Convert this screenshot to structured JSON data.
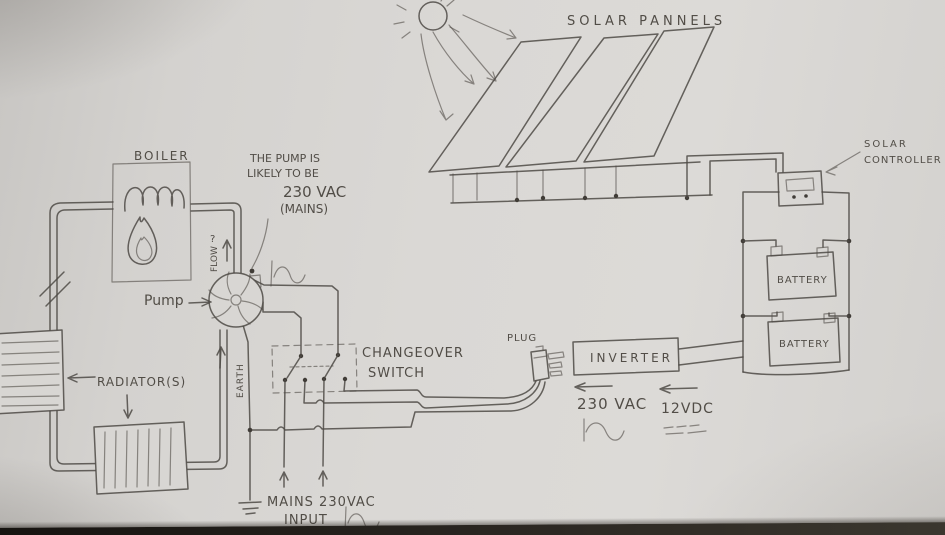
{
  "labels": {
    "solar_panels_title": "SOLAR PANNELS",
    "solar_controller_1": "SOLAR",
    "solar_controller_2": "CONTROLLER",
    "battery_1": "BATTERY",
    "battery_2": "BATTERY",
    "inverter": "INVERTER",
    "plug": "PLUG",
    "ac_output": "230 VAC",
    "dc_link": "12VDC",
    "changeover_1": "CHANGEOVER",
    "changeover_2": "SWITCH",
    "mains_1": "MAINS 230VAC",
    "mains_2": "INPUT",
    "earth": "EARTH",
    "pump": "Pump",
    "flow": "FLOW",
    "flow_mark": "?",
    "boiler": "BOILER",
    "radiators": "RADIATOR(S)",
    "note_1": "THE PUMP IS",
    "note_2": "LIKELY TO BE",
    "note_3": "230 VAC",
    "note_4": "(MAINS)"
  },
  "colors": {
    "paper": "#d8d6d3",
    "pencil": "#4e4a45",
    "table_edge": "#1d1915"
  }
}
